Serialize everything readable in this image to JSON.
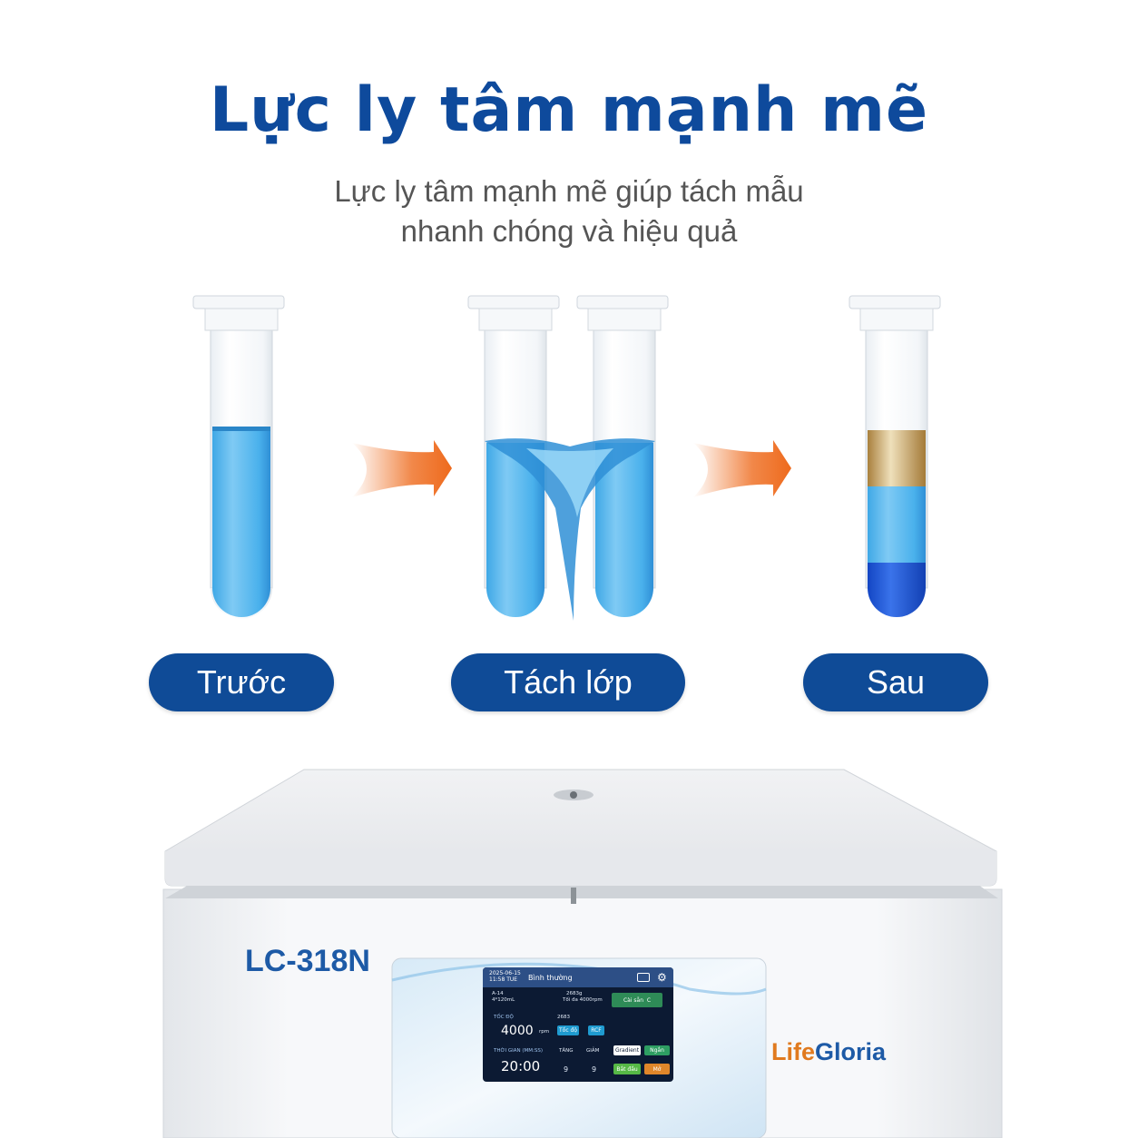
{
  "header": {
    "title": "Lực ly tâm mạnh mẽ",
    "subtitle_line1": "Lực ly tâm mạnh mẽ giúp tách mẫu",
    "subtitle_line2": "nhanh chóng và hiệu quả"
  },
  "stages": [
    {
      "label": "Trước"
    },
    {
      "label": "Tách lớp"
    },
    {
      "label": "Sau"
    }
  ],
  "device": {
    "model": "LC-318N",
    "brand_part1": "Life",
    "brand_part2": "Gloria",
    "screen": {
      "date": "2025-06-15",
      "clock": "11:58 TUE",
      "status": "Bình thường",
      "rotor": "A-14",
      "volume": "4*120mL",
      "rcf_max": "2683g",
      "rpm_max": "Tối đa 4000rpm",
      "ready": "Cài sẵn",
      "ready_c": "C",
      "speed_label": "TỐC ĐỘ",
      "speed_value": "4000",
      "speed_unit": "rpm",
      "rcf_value": "2683",
      "btn_speed": "Tốc độ",
      "btn_rcf": "RCF",
      "time_label": "THỜI GIAN (MM:SS)",
      "time_value": "20:00",
      "accel_label": "TĂNG",
      "decel_label": "GIẢM",
      "accel_value": "9",
      "decel_value": "9",
      "btn_gradient": "Gradient",
      "btn_short": "Ngắn",
      "btn_start": "Bắt đầu",
      "btn_open": "Mở"
    }
  },
  "colors": {
    "title": "#0e4a9c",
    "pill": "#0f4b97",
    "arrow": "#ee6a1c",
    "liquid_blue": "#4fb3ec",
    "layer_amber": "#c9a15a",
    "layer_dark_blue": "#1d4fd0"
  }
}
